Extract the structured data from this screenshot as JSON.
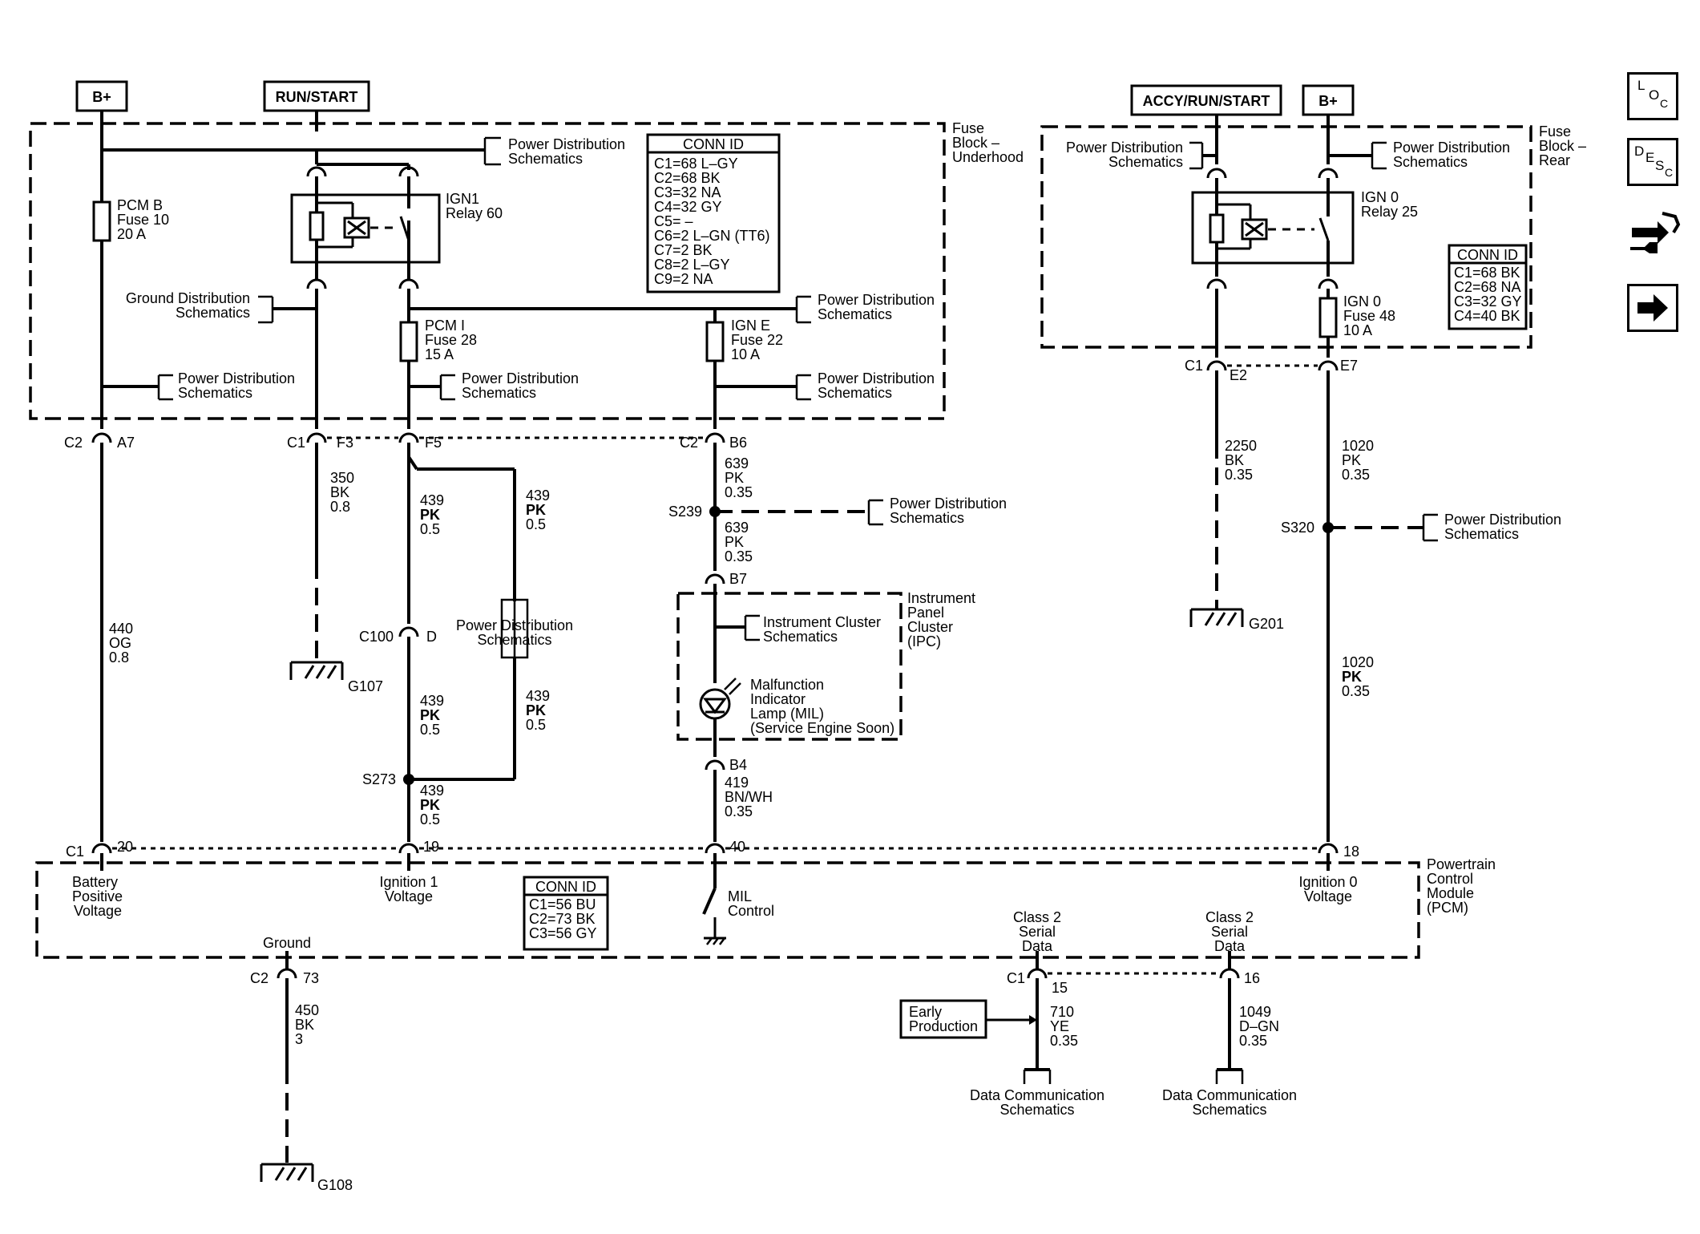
{
  "sources": {
    "b_plus_left": "B+",
    "run_start": "RUN/START",
    "accy_run_start": "ACCY/RUN/START",
    "b_plus_right": "B+"
  },
  "blocks": {
    "underhood": [
      "Fuse",
      "Block –",
      "Underhood"
    ],
    "rear": [
      "Fuse",
      "Block –",
      "Rear"
    ],
    "pcm": [
      "Powertrain",
      "Control",
      "Module",
      "(PCM)"
    ],
    "ipc": [
      "Instrument",
      "Panel",
      "Cluster",
      "(IPC)"
    ]
  },
  "ref_pd": [
    "Power Distribution",
    "Schematics"
  ],
  "ref_gd": [
    "Ground Distribution",
    "Schematics"
  ],
  "ref_ic": [
    "Instrument  Cluster",
    "Schematics"
  ],
  "ref_dc": [
    "Data Communication",
    "Schematics"
  ],
  "conn_underhood": {
    "title": "CONN ID",
    "rows": [
      "C1=68 L–GY",
      "C2=68 BK",
      "C3=32 NA",
      "C4=32 GY",
      "C5= –",
      "C6=2 L–GN (TT6)",
      "C7=2 BK",
      "C8=2 L–GY",
      "C9=2 NA"
    ]
  },
  "conn_rear": {
    "title": "CONN ID",
    "rows": [
      "C1=68 BK",
      "C2=68 NA",
      "C3=32 GY",
      "C4=40 BK"
    ]
  },
  "conn_pcm": {
    "title": "CONN ID",
    "rows": [
      "C1=56 BU",
      "C2=73 BK",
      "C3=56 GY"
    ]
  },
  "fuses": {
    "pcm_b": [
      "PCM B",
      "Fuse 10",
      "20 A"
    ],
    "pcm_i": [
      "PCM I",
      "Fuse 28",
      "15 A"
    ],
    "ign_e": [
      "IGN E",
      "Fuse 22",
      "10 A"
    ],
    "ign_0": [
      "IGN 0",
      "Fuse 48",
      "10 A"
    ]
  },
  "relays": {
    "ign1": [
      "IGN1",
      "Relay 60"
    ],
    "ign0": [
      "IGN 0",
      "Relay 25"
    ]
  },
  "connectors": {
    "c2": "C2",
    "a7": "A7",
    "c1": "C1",
    "f3": "F3",
    "f5": "F5",
    "b6": "B6",
    "b7": "B7",
    "b4": "B4",
    "c100": "C100",
    "d": "D",
    "e2": "E2",
    "e7": "E7",
    "p20": "20",
    "p19": "19",
    "p40": "40",
    "p18": "18",
    "p73": "73",
    "p15": "15",
    "p16": "16"
  },
  "splices": {
    "s239": "S239",
    "s273": "S273",
    "s320": "S320"
  },
  "grounds": {
    "g107": "G107",
    "g108": "G108",
    "g201": "G201"
  },
  "wires": {
    "w440": [
      "440",
      "OG",
      "0.8"
    ],
    "w350": [
      "350",
      "BK",
      "0.8"
    ],
    "w439a": [
      "439",
      "PK",
      "0.5"
    ],
    "w439b": [
      "439",
      "PK",
      "0.5"
    ],
    "w439c": [
      "439",
      "PK",
      "0.5"
    ],
    "w439d": [
      "439",
      "PK",
      "0.5"
    ],
    "w439e": [
      "439",
      "PK",
      "0.5"
    ],
    "w639a": [
      "639",
      "PK",
      "0.35"
    ],
    "w639b": [
      "639",
      "PK",
      "0.35"
    ],
    "w419": [
      "419",
      "BN/WH",
      "0.35"
    ],
    "w2250": [
      "2250",
      "BK",
      "0.35"
    ],
    "w1020a": [
      "1020",
      "PK",
      "0.35"
    ],
    "w1020b": [
      "1020",
      "PK",
      "0.35"
    ],
    "w450": [
      "450",
      "BK",
      "3"
    ],
    "w710": [
      "710",
      "YE",
      "0.35"
    ],
    "w1049": [
      "1049",
      "D–GN",
      "0.35"
    ]
  },
  "pcm_pins": {
    "battery": [
      "Battery",
      "Positive",
      "Voltage"
    ],
    "ign1": [
      "Ignition 1",
      "Voltage"
    ],
    "mil": [
      "MIL",
      "Control"
    ],
    "ign0": [
      "Ignition 0",
      "Voltage"
    ],
    "class2a": [
      "Class 2",
      "Serial",
      "Data"
    ],
    "class2b": [
      "Class 2",
      "Serial",
      "Data"
    ],
    "ground": "Ground"
  },
  "mil_lamp": [
    "Malfunction",
    "Indicator",
    "Lamp (MIL)",
    "(Service Engine Soon)"
  ],
  "early_production": [
    "Early",
    "Production"
  ],
  "nav": {
    "loc": [
      "L",
      "O",
      "C"
    ],
    "desc": [
      "D",
      "E",
      "S",
      "C"
    ]
  },
  "icons": {
    "loc": "loc-icon",
    "desc": "desc-icon",
    "connector": "connector-wrench-icon",
    "next": "arrow-right-icon"
  }
}
